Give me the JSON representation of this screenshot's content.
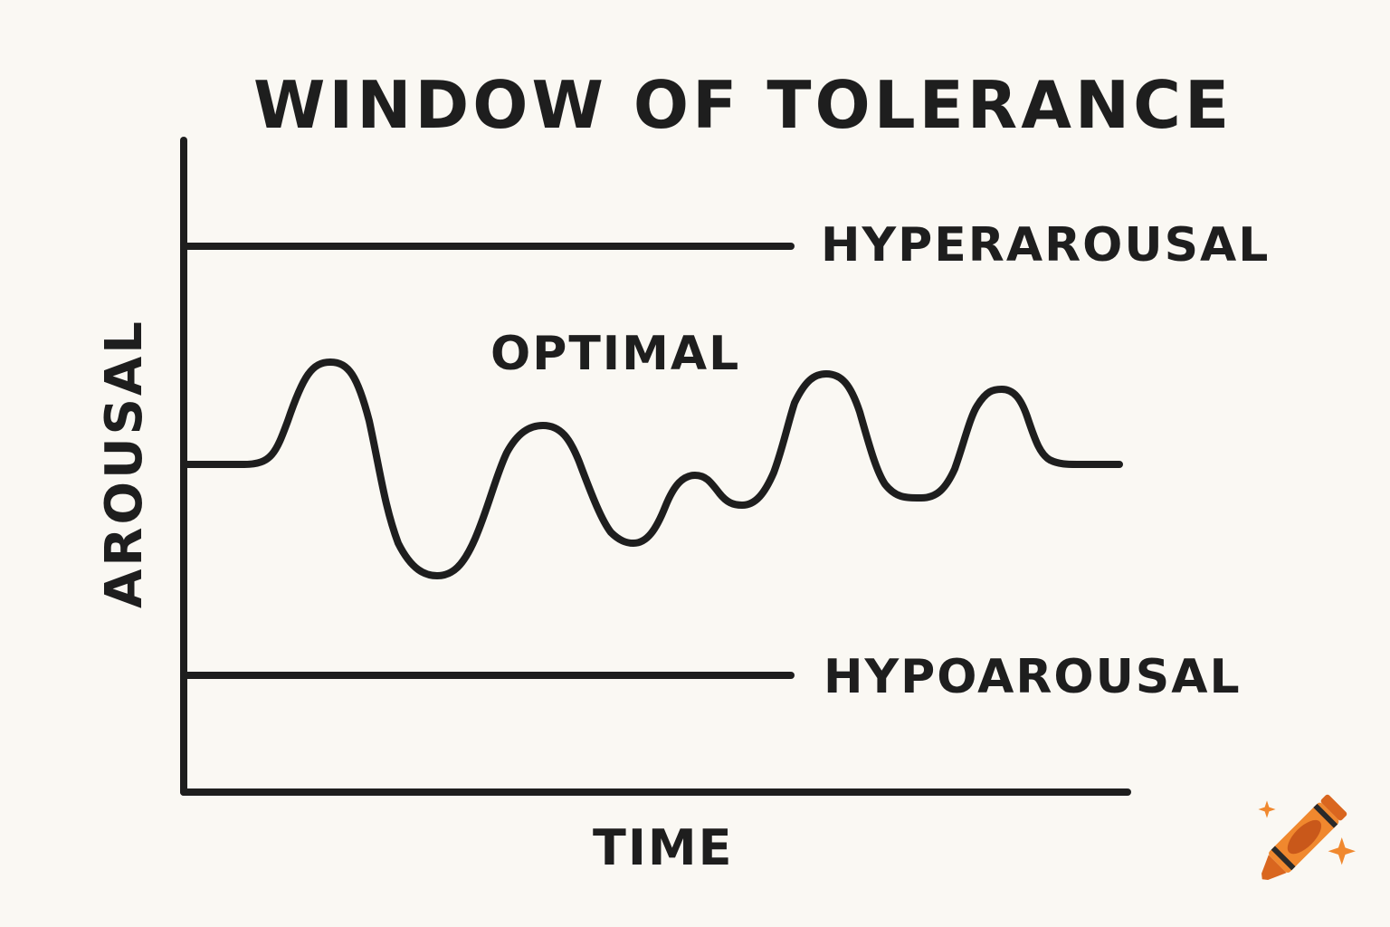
{
  "chart_data": {
    "type": "line",
    "title": "WINDOW OF TOLERANCE",
    "xlabel": "TIME",
    "ylabel": "AROUSAL",
    "grid": false,
    "bands": [
      {
        "name": "HYPERAROUSAL",
        "position": "upper threshold line"
      },
      {
        "name": "OPTIMAL",
        "position": "window between thresholds"
      },
      {
        "name": "HYPOAROUSAL",
        "position": "lower threshold line"
      }
    ],
    "series": [
      {
        "name": "arousal level over time",
        "description": "Oscillating wave starting and ending at baseline, staying within the window",
        "x": [
          0,
          8,
          14,
          24,
          33,
          42,
          52,
          58,
          64,
          74,
          83,
          91,
          98,
          100
        ],
        "y": [
          0,
          0,
          1.0,
          -1.0,
          0.36,
          -0.7,
          -0.08,
          -0.31,
          0.86,
          -0.3,
          0.72,
          0,
          0,
          0
        ]
      }
    ]
  },
  "diagram": {
    "title": "WINDOW OF TOLERANCE",
    "labels": {
      "upper": "HYPERAROUSAL",
      "middle": "OPTIMAL",
      "lower": "HYPOAROUSAL",
      "x_axis": "TIME",
      "y_axis": "AROUSAL"
    },
    "colors": {
      "background": "#faf8f3",
      "ink": "#1e1e1e",
      "crayon_body": "#f0882e",
      "crayon_dark": "#c9581a",
      "crayon_band": "#2a2a2a"
    },
    "icons": {
      "watermark": "crayon-icon"
    }
  }
}
